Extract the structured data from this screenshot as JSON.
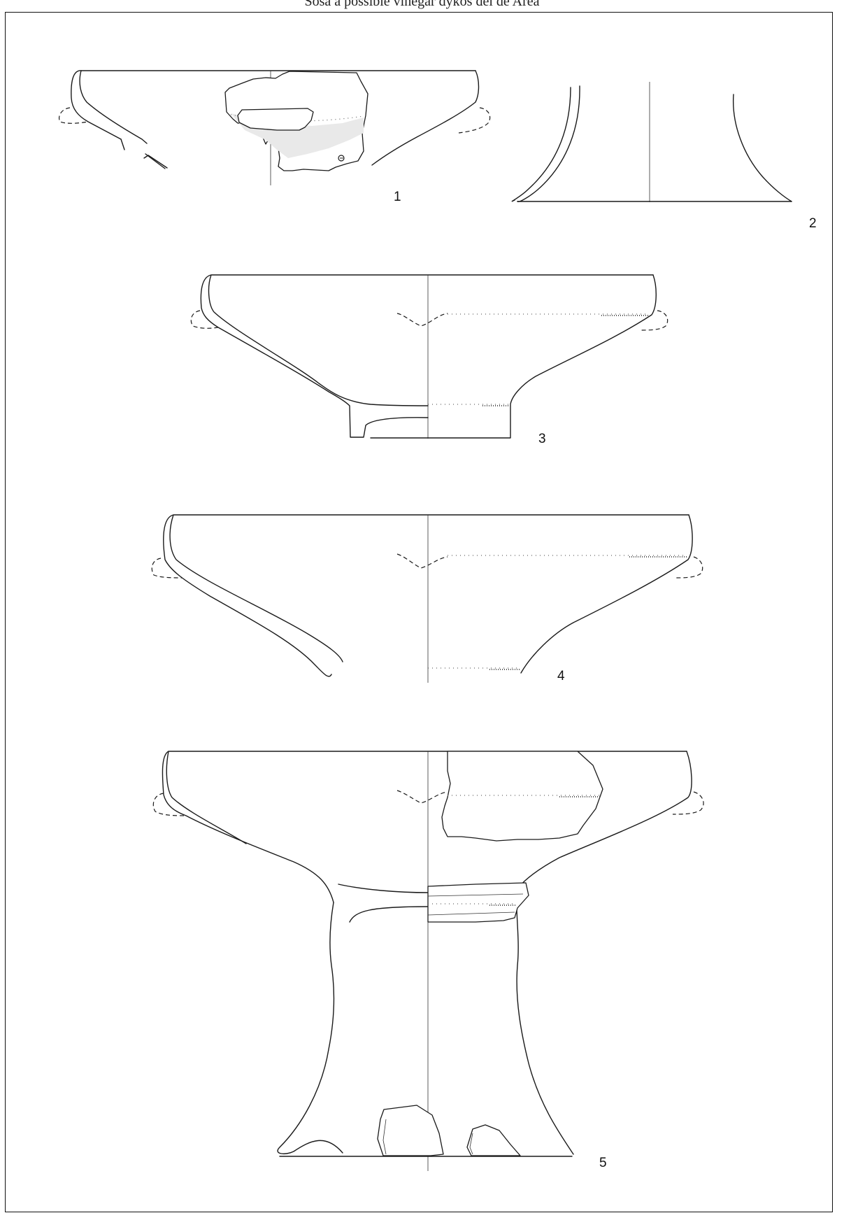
{
  "header": {
    "text": "Sosa a possible vinegar dykos del de Area"
  },
  "figures": [
    {
      "id": "fig-1",
      "number": "1"
    },
    {
      "id": "fig-2",
      "number": "2"
    },
    {
      "id": "fig-3",
      "number": "3"
    },
    {
      "id": "fig-4",
      "number": "4"
    },
    {
      "id": "fig-5",
      "number": "5"
    }
  ],
  "colors": {
    "line": "#1a1a1a",
    "background": "#ffffff",
    "stipple": "#666666"
  }
}
